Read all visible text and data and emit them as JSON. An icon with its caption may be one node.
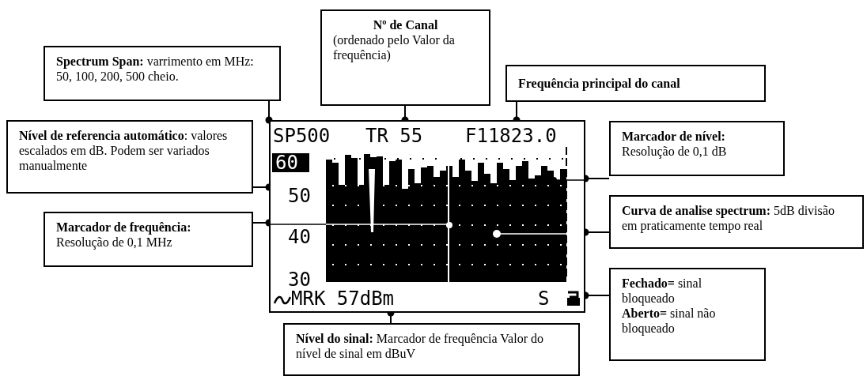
{
  "diagram": {
    "nodes": [
      {
        "text": [
          "**Spectrum Span:** varrimento em MHz: 50, 100, 200, 500 cheio."
        ]
      },
      {
        "text": [
          "Nº de Canal",
          "(ordenado pelo Valor da frequência)"
        ]
      },
      {
        "text": [
          "Frequência principal do canal"
        ]
      },
      {
        "text": [
          "**Nível de referencia automático**: valores escalados em dB. Podem ser variados manualmente"
        ]
      },
      {
        "text": [
          "Marcador de nível:",
          "Resolução de 0,1 dB"
        ]
      },
      {
        "text": [
          "Marcador de frequência:",
          "Resolução de 0,1 MHz"
        ]
      },
      {
        "text": [
          "**Curva de analise spectrum:** 5dB divisão em praticamente tempo real"
        ]
      },
      {
        "text": [
          "**Fechado=** sinal bloqueado",
          "**Aberto=** sinal não bloqueado"
        ]
      },
      {
        "text": [
          "**Nível do sinal:** Marcador de frequência Valor do nível de sinal em dBuV"
        ]
      },
      {
        "text": [],
        "shape": "picture"
      }
    ],
    "edges": [
      {
        "from": 0,
        "to": 9,
        "arrow": "other"
      },
      {
        "from": 1,
        "to": 9,
        "arrow": "other"
      },
      {
        "from": 2,
        "to": 9,
        "arrow": "other"
      },
      {
        "from": 3,
        "to": 9,
        "arrow": "other"
      },
      {
        "from": 4,
        "to": 9,
        "arrow": "other"
      },
      {
        "from": 5,
        "to": 9,
        "arrow": "other"
      },
      {
        "from": 6,
        "to": 9,
        "arrow": "other"
      },
      {
        "from": 7,
        "to": 9,
        "arrow": "other"
      },
      {
        "from": 8,
        "to": 9,
        "arrow": "other"
      }
    ],
    "labels": [
      "SP500",
      "TR 55",
      "F11823.0",
      "60",
      "50",
      "40",
      "30",
      "MRK 57dBm",
      "S"
    ]
  }
}
